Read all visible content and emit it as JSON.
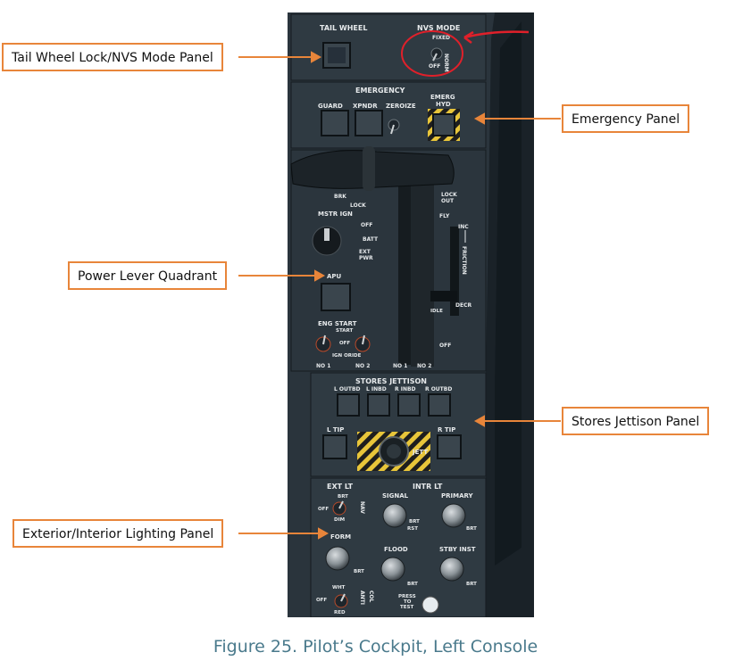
{
  "callouts": {
    "tail_wheel": "Tail Wheel Lock/NVS Mode Panel",
    "emergency": "Emergency Panel",
    "power_lever": "Power Lever Quadrant",
    "stores_jettison": "Stores Jettison Panel",
    "lighting": "Exterior/Interior Lighting Panel"
  },
  "caption": "Figure 25. Pilot’s Cockpit, Left Console",
  "panel": {
    "tail_wheel": "TAIL WHEEL",
    "nvs_mode": "NVS MODE",
    "fixed": "FIXED",
    "norm": "NORM",
    "off": "OFF",
    "emergency": "EMERGENCY",
    "guard": "GUARD",
    "xpndr": "XPNDR",
    "zeroize": "ZEROIZE",
    "emerg": "EMERG",
    "hyd": "HYD",
    "brk": "BRK",
    "lock": "LOCK",
    "lock_out_1": "LOCK",
    "lock_out_2": "OUT",
    "fly": "FLY",
    "mstr_ign": "MSTR IGN",
    "ign_off": "OFF",
    "batt": "BATT",
    "ext": "EXT",
    "pwr": "PWR",
    "inc": "INC",
    "friction": "FRICTION",
    "decr": "DECR",
    "apu": "APU",
    "eng_start": "ENG START",
    "start": "START",
    "eng_off": "OFF",
    "ign_oride": "IGN ORIDE",
    "no1": "NO 1",
    "no2": "NO 2",
    "lever_no1": "NO 1",
    "lever_no2": "NO 2",
    "idle": "IDLE",
    "lever_off": "OFF",
    "stores_jettison": "STORES JETTISON",
    "l_outbd": "L OUTBD",
    "l_inbd": "L INBD",
    "r_inbd": "R INBD",
    "r_outbd": "R OUTBD",
    "l_tip": "L TIP",
    "r_tip": "R TIP",
    "jett": "JETT",
    "ext_lt": "EXT LT",
    "intr_lt": "INTR LT",
    "ext_brt": "BRT",
    "ext_off": "OFF",
    "ext_dim": "DIM",
    "nav": "NAV",
    "signal": "SIGNAL",
    "primary": "PRIMARY",
    "sig_brt": "BRT",
    "rst": "RST",
    "prim_brt": "BRT",
    "form": "FORM",
    "form_brt": "BRT",
    "flood": "FLOOD",
    "flood_brt": "BRT",
    "stby_inst": "STBY INST",
    "stby_brt": "BRT",
    "wht": "WHT",
    "anti_off": "OFF",
    "red": "RED",
    "anti": "ANTI",
    "col": "COL",
    "press": "PRESS",
    "to": "TO",
    "test": "TEST"
  },
  "colors": {
    "callout_border": "#e8853a",
    "caption_text": "#4a7a8c",
    "annotation_red": "#e0202a",
    "panel_bg": "#263038",
    "jettison_stripe": "#e8c53a"
  }
}
